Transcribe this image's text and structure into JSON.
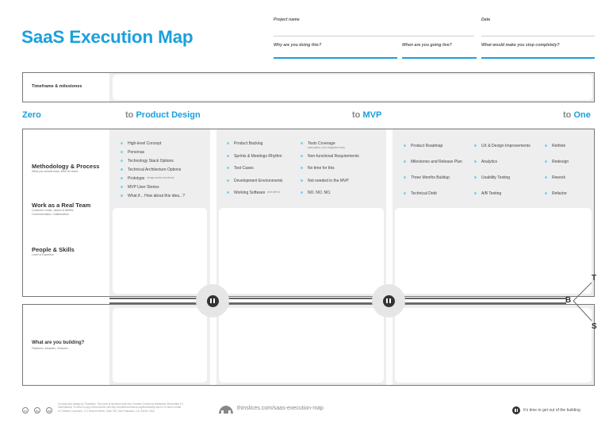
{
  "header": {
    "title": "SaaS Execution Map",
    "project_name_label": "Project name",
    "date_label": "Date",
    "why_label": "Why are you doing this?",
    "when_label": "When are you going live?",
    "stop_label": "What would make you stop completely?"
  },
  "timeframe": {
    "label": "Timeframe & milestones"
  },
  "stages": {
    "zero": "Zero",
    "to": "to",
    "product_design": "Product Design",
    "mvp": "MVP",
    "one": "One"
  },
  "sections": {
    "methodology": {
      "title": "Methodology & Process",
      "subtitle": "What you should keep, think for times"
    },
    "team": {
      "title": "Work as a Real Team",
      "subtitle1": "Customer Goals, Values & Beliefs",
      "subtitle2": "Communication, Collaboration"
    },
    "people": {
      "title": "People & Skills",
      "subtitle": "Level of Expertise"
    },
    "building": {
      "title": "What are you building?",
      "subtitle": "Platforms, Modules, Features"
    }
  },
  "product_design_items": [
    {
      "label": "High-level Concept",
      "note": ""
    },
    {
      "label": "Personas",
      "note": ""
    },
    {
      "label": "Technology Stack Options",
      "note": ""
    },
    {
      "label": "Technical Architecture Options",
      "note": ""
    },
    {
      "label": "Prototype",
      "note": "design and/or functional"
    },
    {
      "label": "MVP User Stories",
      "note": ""
    },
    {
      "label": "What if... How about this idea...?",
      "note": ""
    }
  ],
  "mvp_items_left": [
    {
      "label": "Product Backlog",
      "note": ""
    },
    {
      "label": "Sprints & Meetings Rhythm",
      "note": ""
    },
    {
      "label": "Test Cases",
      "note": ""
    },
    {
      "label": "Development Environments",
      "note": ""
    },
    {
      "label": "Working Software",
      "note": "(not often!)"
    }
  ],
  "mvp_items_right": [
    {
      "label": "Tests Coverage",
      "note": "automation, unit, integration tests"
    },
    {
      "label": "Non-functional Requirements",
      "note": ""
    },
    {
      "label": "No time for this",
      "note": ""
    },
    {
      "label": "Not needed in the MVP",
      "note": ""
    },
    {
      "label": "NO. NO. NO.",
      "note": ""
    }
  ],
  "one_items_col1": [
    "Product Roadmap",
    "Milestones and Release Plan",
    "Three Months Buildup",
    "Technical Debt"
  ],
  "one_items_col2": [
    "UX & Design Improvements",
    "Analytics",
    "Usability Testing",
    "A/B Testing"
  ],
  "one_items_col3": [
    "Rethink",
    "Redesign",
    "Rework",
    "Refactor"
  ],
  "letters": {
    "t": "T",
    "b": "B",
    "s": "S"
  },
  "footer": {
    "license_line1": "Concept and design by Thinslices. This work is licensed under the Creative Commons Attribution-ShareAlike 4.0",
    "license_line2": "International. To view a copy of this license visit http://creativecommons.org/licenses/by-sa/4.0/ or send a letter",
    "license_line3": "to Creative Commons, 171 Second Street, Suite 300, San Francisco, CA, 94105, USA.",
    "url": "thinslices.com/saas-execution-map",
    "legend": "It's time to get out of the building",
    "cc_icons": [
      "cc",
      "by",
      "sa"
    ]
  },
  "colors": {
    "accent": "#1aa0dc",
    "dot": "#7dd1f0",
    "dark": "#333333"
  }
}
